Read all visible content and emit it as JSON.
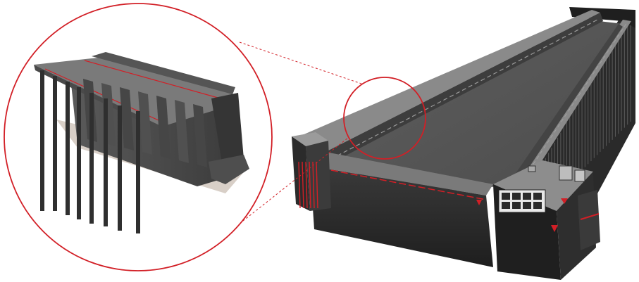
{
  "figure": {
    "kind": "3d-model-render",
    "subject": "dock-structure",
    "detail_view": "wall-section-detail"
  },
  "colors": {
    "background": "#ffffff",
    "callout": "#d21f26",
    "concrete_top": "#6e6e6e",
    "concrete_side": "#4a4a4a",
    "concrete_dark": "#2c2c2c",
    "floor": "#5a5a5a",
    "piles": "#3a3a3a",
    "base_slab": "#d8cfc7"
  }
}
